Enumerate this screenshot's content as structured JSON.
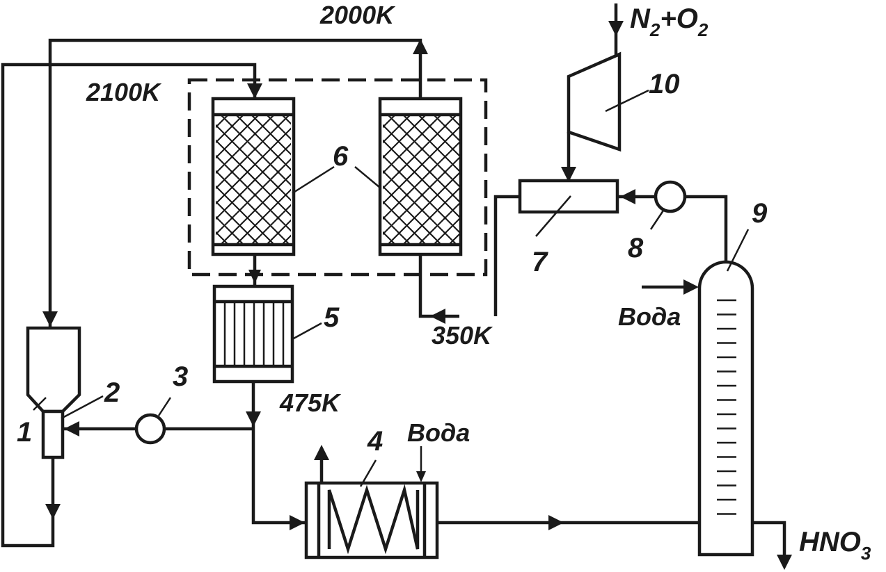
{
  "labels": {
    "temp_top": "2000K",
    "temp_left": "2100K",
    "temp_mid": "350K",
    "temp_low": "475K",
    "water_col": "Вода",
    "water_hx": "Вода",
    "gas_in_n": "N",
    "gas_in_n_sub": "2",
    "gas_in_plus_o": "+O",
    "gas_in_o_sub": "2",
    "product_main": "HNO",
    "product_sub": "3",
    "n1": "1",
    "n2": "2",
    "n3": "3",
    "n4": "4",
    "n5": "5",
    "n6": "6",
    "n7": "7",
    "n8": "8",
    "n9": "9",
    "n10": "10"
  }
}
